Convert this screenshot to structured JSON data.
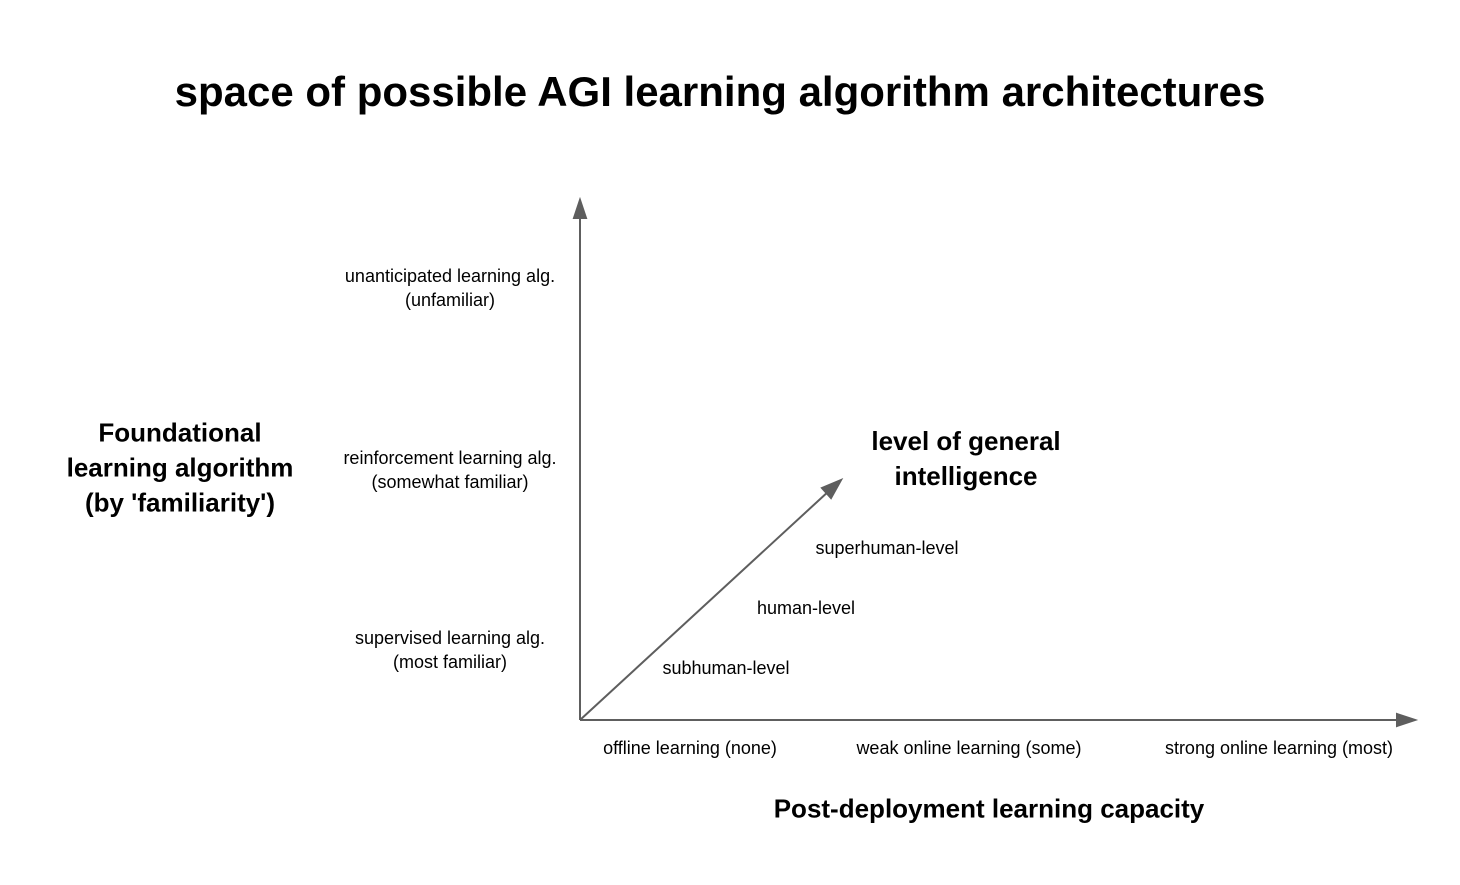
{
  "title": "space of possible AGI learning algorithm architectures",
  "y_axis": {
    "title_lines": [
      "Foundational",
      "learning algorithm",
      "(by 'familiarity')"
    ],
    "levels": [
      {
        "line1": "unanticipated learning alg.",
        "line2": "(unfamiliar)"
      },
      {
        "line1": "reinforcement learning alg.",
        "line2": "(somewhat familiar)"
      },
      {
        "line1": "supervised learning alg.",
        "line2": "(most familiar)"
      }
    ]
  },
  "x_axis": {
    "title": "Post-deployment learning capacity",
    "levels": [
      "offline learning (none)",
      "weak online learning (some)",
      "strong online learning (most)"
    ]
  },
  "z_axis": {
    "title_lines": [
      "level of general",
      "intelligence"
    ],
    "levels": [
      "superhuman-level",
      "human-level",
      "subhuman-level"
    ]
  },
  "colors": {
    "axis": "#5e5e5e",
    "text": "#000000"
  }
}
